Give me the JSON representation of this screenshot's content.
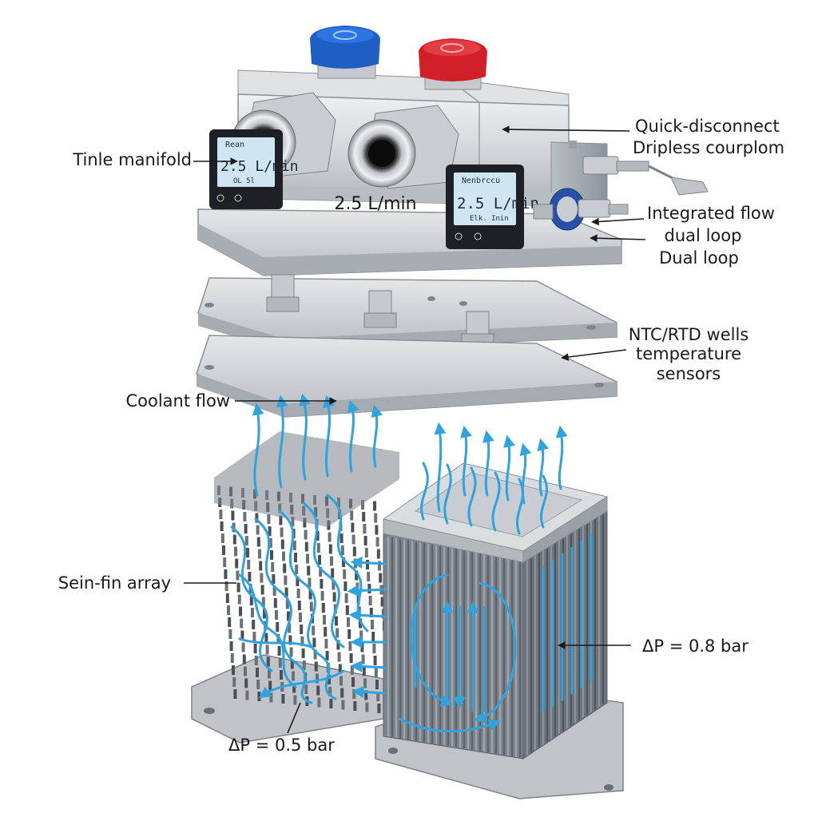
{
  "labels": {
    "manifold": "Tinle manifold",
    "quick_disconnect": "Quick-disconnect",
    "dripless": "Dripless courplom",
    "integrated_flow": "Integrated flow",
    "dual_loop_a": "dual loop",
    "dual_loop_b": "Dual loop",
    "ntc_rtd": "NTC/RTD wells",
    "temp_sensors_1": "temperature",
    "temp_sensors_2": "sensors",
    "coolant_flow": "Coolant flow",
    "pin_fin": "Sein-fin array",
    "dp_left": "ΔP = 0.5 bar",
    "dp_right": "ΔP = 0.8 bar"
  },
  "manifold_flow": "2.5 L/min",
  "displays": {
    "left": {
      "header": "Rean",
      "value": "2.5 L/min",
      "sub": "OL 5l"
    },
    "right": {
      "header": "Nenbrccu",
      "value": "2.5 L/min",
      "sub": "Elk. Inin"
    }
  },
  "colors": {
    "cold_knob": "#1f5fc4",
    "hot_knob": "#d1202a",
    "flow": "#2ea3e0",
    "lcd": "#cfe6f2",
    "metal": "#c8ccd1"
  }
}
